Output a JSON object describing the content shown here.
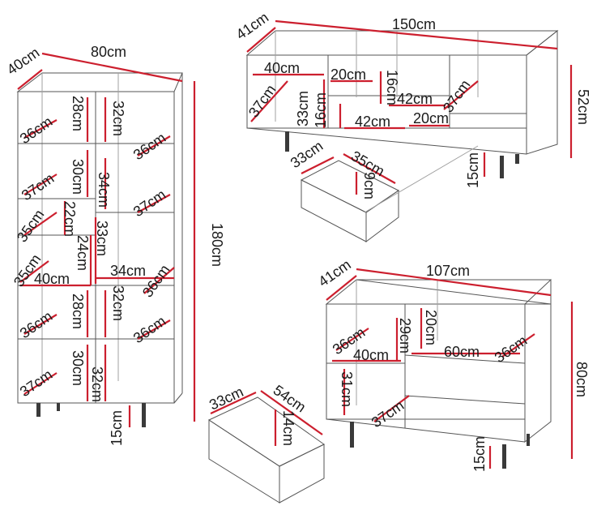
{
  "colors": {
    "dimension_line": "#cc1f2e",
    "outline": "#555555",
    "leg": "#3a3a3a",
    "text": "#1a1a1a"
  },
  "bookcase": {
    "depth": "40cm",
    "width": "80cm",
    "height": "180cm",
    "leg_height": "15cm",
    "left_column": [
      "28cm",
      "36cm",
      "37cm",
      "30cm",
      "22cm",
      "35cm",
      "35cm",
      "40cm",
      "24cm",
      "28cm",
      "36cm",
      "30cm",
      "37cm"
    ],
    "right_column": [
      "32cm",
      "36cm",
      "34cm",
      "37cm",
      "33cm",
      "34cm",
      "32cm",
      "36cm",
      "36cm",
      "32cm"
    ]
  },
  "tv_stand": {
    "depth": "41cm",
    "width": "150cm",
    "height": "52cm",
    "leg_height": "15cm",
    "inner": [
      "40cm",
      "20cm",
      "16cm",
      "37cm",
      "33cm",
      "16cm",
      "42cm",
      "42cm",
      "20cm",
      "37cm"
    ]
  },
  "tv_drawer": {
    "depth": "33cm",
    "width": "35cm",
    "height": "9cm"
  },
  "sideboard": {
    "depth": "41cm",
    "width": "107cm",
    "height": "80cm",
    "leg_height": "15cm",
    "inner": [
      "36cm",
      "40cm",
      "29cm",
      "20cm",
      "60cm",
      "36cm",
      "31cm",
      "37cm"
    ]
  },
  "sideboard_drawer": {
    "depth": "33cm",
    "width": "54cm",
    "height": "14cm"
  }
}
